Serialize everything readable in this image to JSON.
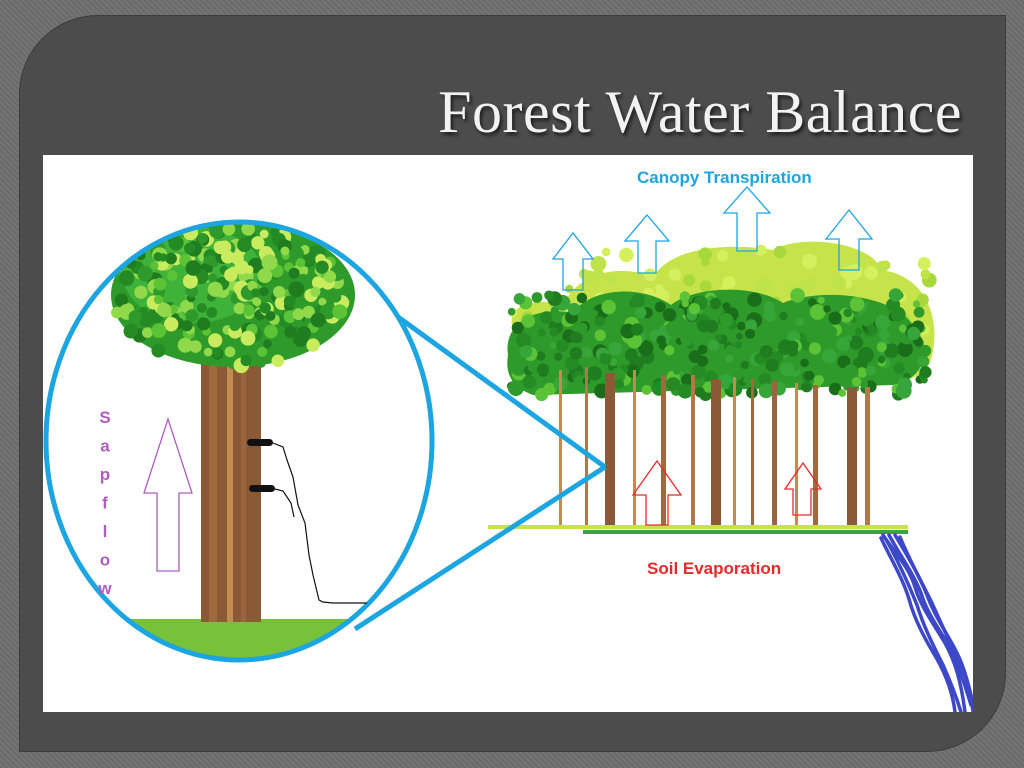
{
  "slide": {
    "title": "Forest Water Balance"
  },
  "diagram": {
    "canopy_label": "Canopy Transpiration",
    "soil_label": "Soil Evaporation",
    "sapflow_letters": [
      "S",
      "a",
      "p",
      "f",
      "l",
      "o",
      "w"
    ]
  },
  "colors": {
    "panel": "#4c4c4c",
    "lens_outline": "#1ca5e0",
    "canopy_label": "#1ca5e0",
    "soil_label": "#e32b2b",
    "sapflow": "#b05cc0",
    "stream": "#3d48c8",
    "ground": "#78c23a",
    "trunk": "#8a5a36"
  }
}
